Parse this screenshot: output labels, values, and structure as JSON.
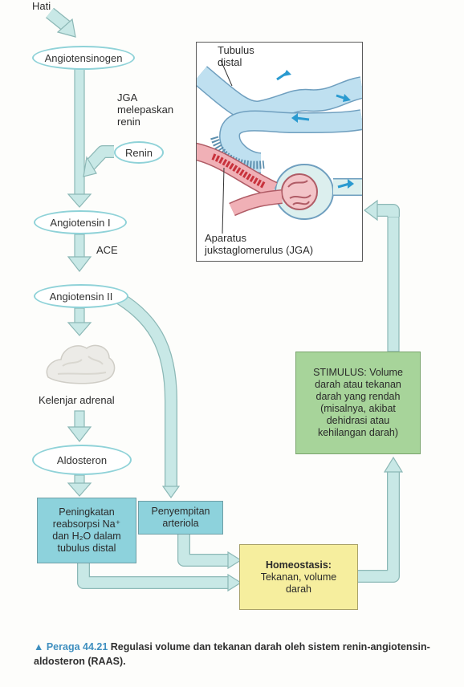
{
  "labels": {
    "liver": "Hati",
    "jga_releases": [
      "JGA",
      "melepaskan",
      "renin"
    ],
    "ace": "ACE",
    "adrenal": "Kelenjar adrenal",
    "distal_tubule": [
      "Tubulus",
      "distal"
    ],
    "jga_name": [
      "Aparatus",
      "jukstaglomerulus (JGA)"
    ]
  },
  "nodes": {
    "angiotensinogen": "Angiotensinogen",
    "renin": "Renin",
    "angiotensin1": "Angiotensin I",
    "angiotensin2": "Angiotensin II",
    "aldosterone": "Aldosteron"
  },
  "boxes": {
    "reabsorption": [
      "Peningkatan",
      "reabsorpsi Na⁺",
      "dan H₂O dalam",
      "tubulus distal"
    ],
    "constriction": [
      "Penyempitan",
      "arteriola"
    ],
    "homeostasis_title": "Homeostasis:",
    "homeostasis_body": [
      "Tekanan, volume",
      "darah"
    ],
    "stimulus": [
      "STIMULUS: Volume",
      "darah atau tekanan",
      "darah yang rendah",
      "(misalnya, akibat",
      "dehidrasi atau",
      "kehilangan darah)"
    ]
  },
  "caption": {
    "figure": "▲ Peraga 44.21",
    "text": "Regulasi volume dan tekanan darah oleh sistem renin-angiotensin-aldosteron (RAAS)."
  },
  "colors": {
    "arrow_fill": "#c8e8e6",
    "arrow_stroke": "#8cb8b6",
    "teal_box": "#8dd2dc",
    "green_box": "#a7d49a",
    "yellow_box": "#f6ee9e",
    "caption_accent": "#3f8fbf"
  }
}
